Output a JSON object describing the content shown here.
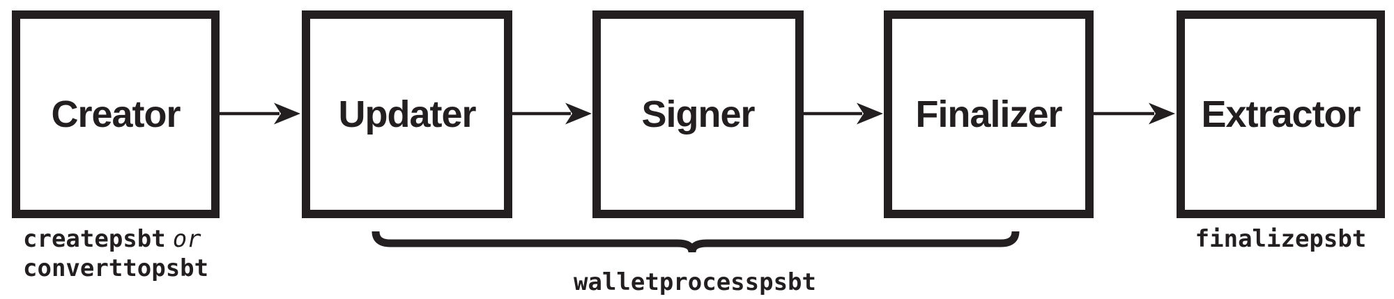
{
  "diagram": {
    "name": "psbt-roles-workflow",
    "boxes": [
      {
        "label": "Creator"
      },
      {
        "label": "Updater"
      },
      {
        "label": "Signer"
      },
      {
        "label": "Finalizer"
      },
      {
        "label": "Extractor"
      }
    ],
    "arrows": [
      {
        "icon": "right-arrow",
        "from": "Creator",
        "to": "Updater"
      },
      {
        "icon": "right-arrow",
        "from": "Updater",
        "to": "Signer"
      },
      {
        "icon": "right-arrow",
        "from": "Signer",
        "to": "Finalizer"
      },
      {
        "icon": "right-arrow",
        "from": "Finalizer",
        "to": "Extractor"
      }
    ],
    "annotations": {
      "creator_commands": {
        "line1_code": "createpsbt",
        "line1_connector": "or",
        "line2_code": "converttopsbt"
      },
      "brace": {
        "icon": "curly-brace-down",
        "label": "walletprocesspsbt",
        "spans": "Updater, Signer, Finalizer"
      },
      "extractor_command": "finalizepsbt"
    },
    "colors": {
      "ink": "#231f20",
      "background": "#ffffff"
    }
  }
}
